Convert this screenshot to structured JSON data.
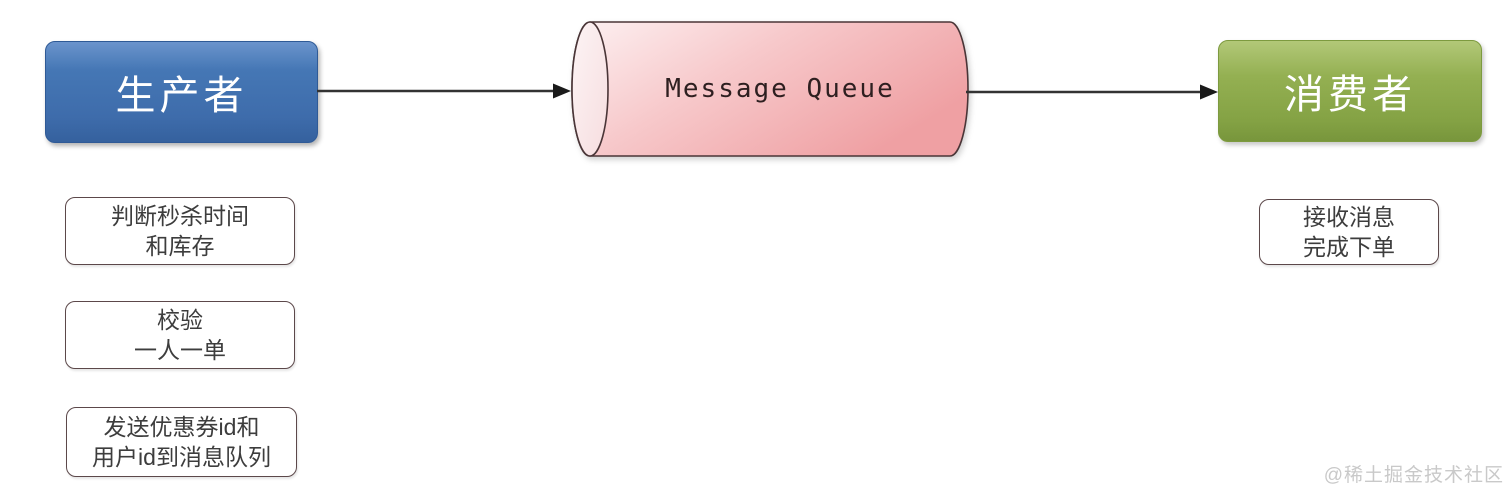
{
  "diagram": {
    "producer": {
      "label": "生产者"
    },
    "queue": {
      "label": "Message Queue"
    },
    "consumer": {
      "label": "消费者"
    },
    "producer_notes": [
      {
        "line1": "判断秒杀时间",
        "line2": "和库存"
      },
      {
        "line1": "校验",
        "line2": "一人一单"
      },
      {
        "line1": "发送优惠券id和",
        "line2": "用户id到消息队列"
      }
    ],
    "consumer_notes": [
      {
        "line1": "接收消息",
        "line2": "完成下单"
      }
    ],
    "watermark": "@稀土掘金技术社区",
    "colors": {
      "producer_fill": "#4577b5",
      "consumer_fill": "#94b052",
      "queue_fill_light": "#fdf1f2",
      "queue_fill_dark": "#efa0a3",
      "queue_cap_fill": "#f9e7e9",
      "queue_stroke": "#4a3537",
      "arrow": "#333333",
      "note_border": "#5c484a",
      "note_text": "#3d3d3d",
      "node_text": "#ffffff",
      "watermark_text": "#c9c9c9"
    }
  }
}
